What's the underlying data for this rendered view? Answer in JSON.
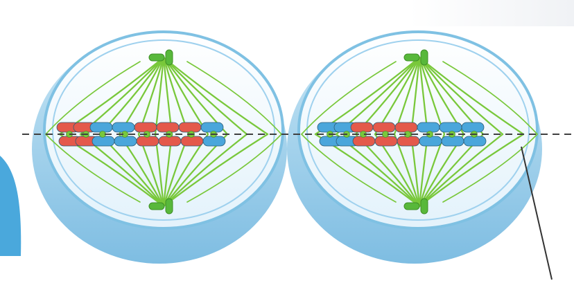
{
  "diagram": {
    "colors": {
      "background": "#ffffff",
      "cell_outer": "#a9d3ea",
      "cell_inner": "#e6f4fb",
      "cell_rim": "#7fc1e3",
      "spindle": "#79c83b",
      "centrosome": "#58b83b",
      "chromosome_red": "#e4594b",
      "chromosome_blue": "#4aa6db",
      "equator_line": "#444444",
      "pointer_line": "#333333",
      "side_arc": "#4aa8dc",
      "top_band": "#f3f5f7"
    },
    "cells": [
      {
        "name": "left-cell",
        "chromosome_colors": [
          "red",
          "red",
          "blue",
          "blue",
          "red",
          "red",
          "red",
          "blue"
        ]
      },
      {
        "name": "right-cell",
        "chromosome_colors": [
          "blue",
          "blue",
          "red",
          "red",
          "red",
          "blue",
          "blue",
          "blue"
        ]
      }
    ],
    "labels": []
  }
}
